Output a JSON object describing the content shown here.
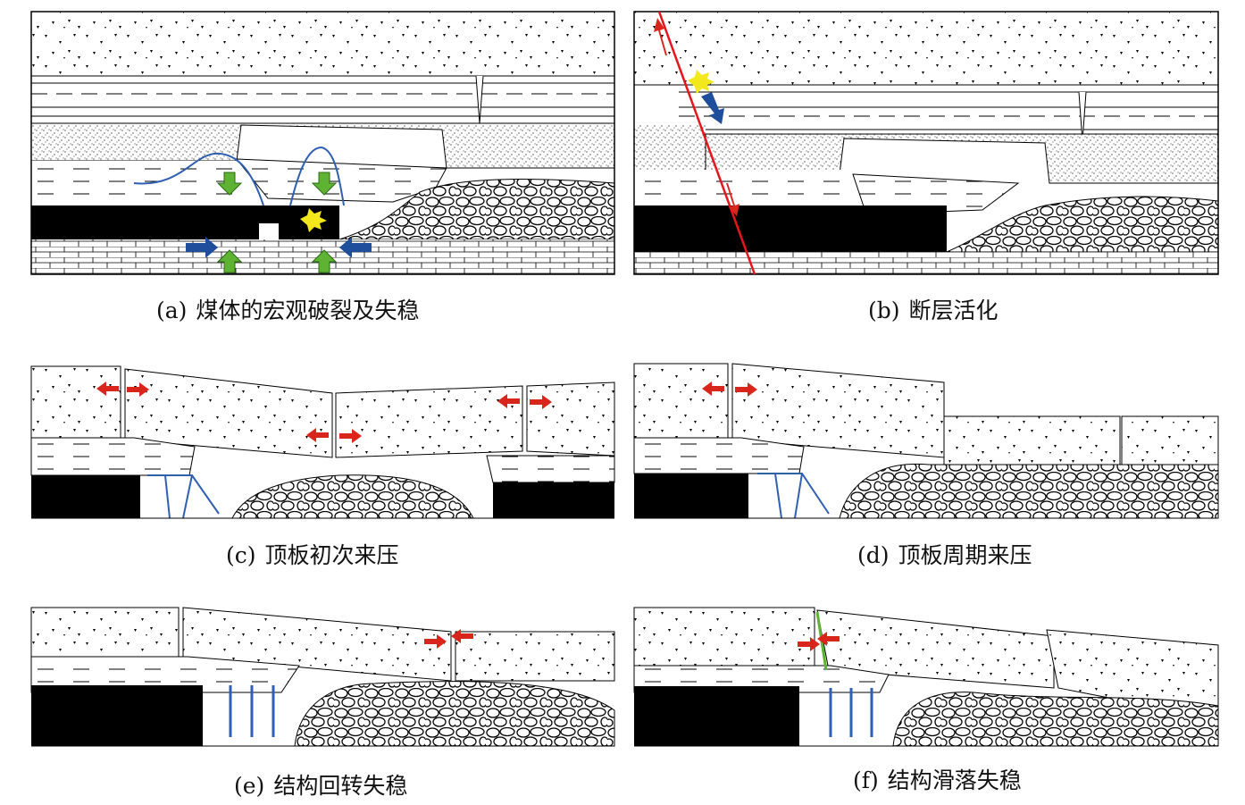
{
  "panels": [
    {
      "letter": "(a)",
      "caption": "煤体的宏观破裂及失稳"
    },
    {
      "letter": "(b)",
      "caption": "断层活化"
    },
    {
      "letter": "(c)",
      "caption": "顶板初次来压"
    },
    {
      "letter": "(d)",
      "caption": "顶板周期来压"
    },
    {
      "letter": "(e)",
      "caption": "结构回转失稳"
    },
    {
      "letter": "(f)",
      "caption": "结构滑落失稳"
    }
  ],
  "colors": {
    "coal": "#000000",
    "fault": "#e8141b",
    "support": "#2f5fb0",
    "arrow_red": "#d9261c",
    "arrow_green": "#5fb332",
    "arrow_blue": "#1f4e9c",
    "burst": "#f2e81c"
  }
}
